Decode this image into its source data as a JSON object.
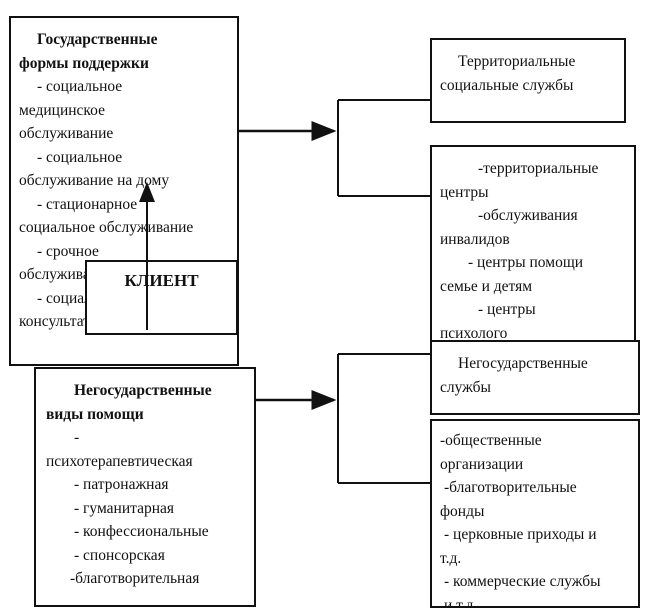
{
  "state_forms": {
    "title_lines": [
      "Государственные",
      "формы поддержки"
    ],
    "items": [
      "- социальное",
      "медицинское",
      "обслуживание",
      "- социальное",
      "обслуживание на дому",
      "- стационарное",
      "социальное обслуживание",
      "- срочное",
      "обслуживание",
      "- социально-",
      "консультативная помощь"
    ]
  },
  "client": {
    "label": "КЛИЕНТ"
  },
  "nonstate_aid": {
    "title_lines": [
      "Негосударственные",
      "виды помощи"
    ],
    "items": [
      "-",
      "психотерапевтическая",
      "- патронажная",
      "- гуманитарная",
      "- конфессиональные",
      "- спонсорская",
      "-благотворительная"
    ]
  },
  "territorial_services": {
    "title_lines": [
      "Территориальные",
      "социальные службы"
    ]
  },
  "territorial_list": {
    "items": [
      "-территориальные",
      "центры",
      "-обслуживания",
      "инвалидов",
      "- центры помощи",
      "семье и детям",
      "- центры",
      "психолого"
    ]
  },
  "nonstate_services": {
    "title_lines": [
      "Негосударственные",
      "службы"
    ]
  },
  "nonstate_list": {
    "items": [
      "-общественные",
      "организации",
      "-благотворительные",
      "фонды",
      "- церковные приходы и",
      "т.д.",
      "- коммерческие службы",
      "и т.д."
    ]
  },
  "colors": {
    "ink": "#111111",
    "background": "#ffffff"
  }
}
